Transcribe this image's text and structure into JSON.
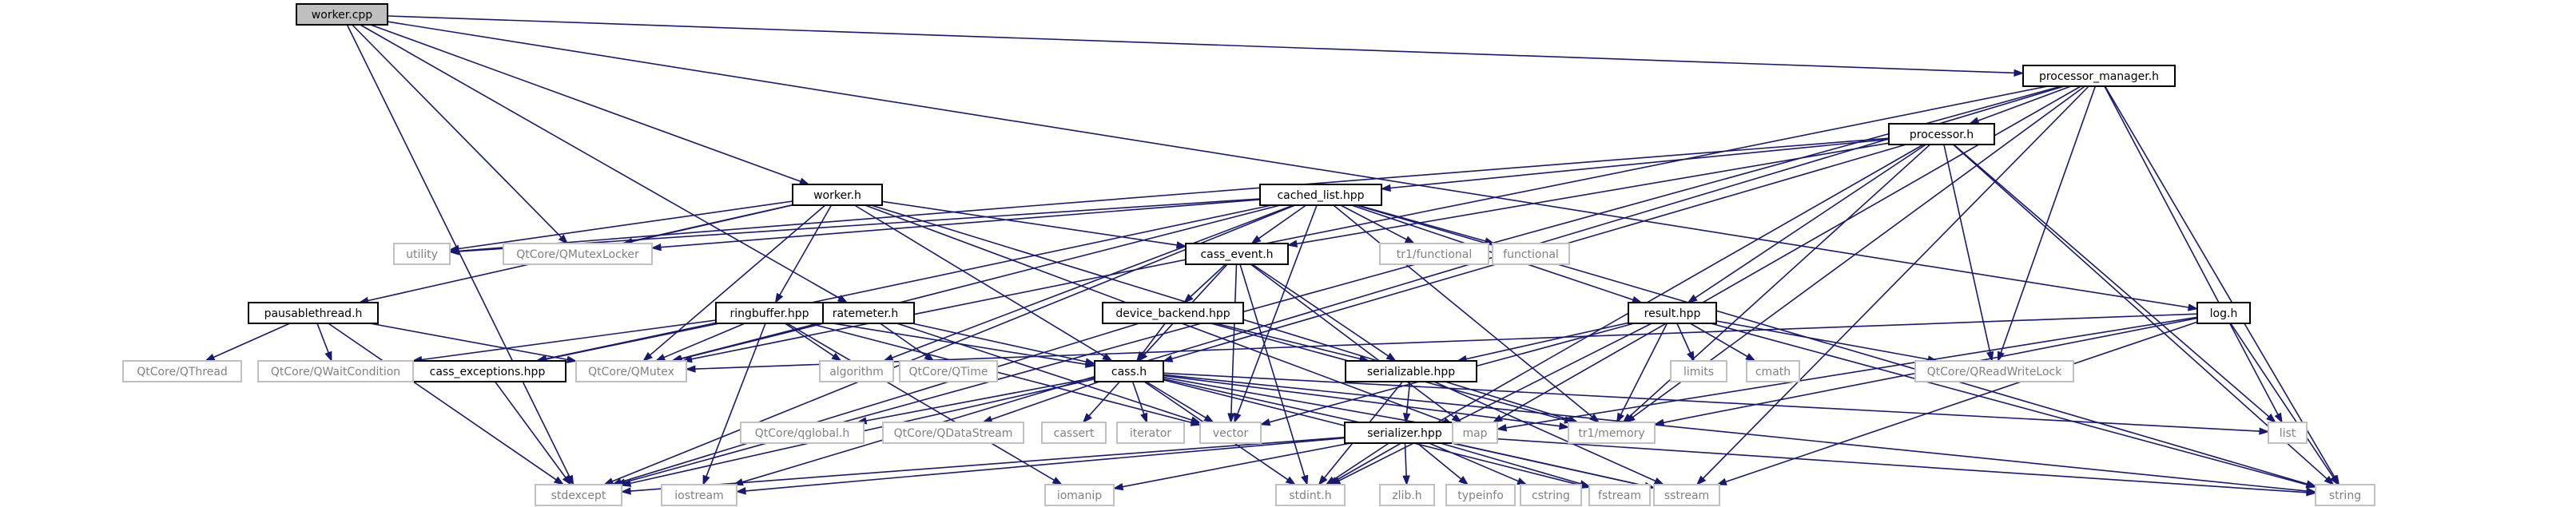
{
  "nodes": [
    {
      "id": "worker_cpp",
      "label": "worker.cpp",
      "kind": "root"
    },
    {
      "id": "processor_manager_h",
      "label": "processor_manager.h",
      "kind": "local"
    },
    {
      "id": "processor_h",
      "label": "processor.h",
      "kind": "local"
    },
    {
      "id": "worker_h",
      "label": "worker.h",
      "kind": "local"
    },
    {
      "id": "cached_list_hpp",
      "label": "cached_list.hpp",
      "kind": "local"
    },
    {
      "id": "cass_event_h",
      "label": "cass_event.h",
      "kind": "local"
    },
    {
      "id": "ratemeter_h",
      "label": "ratemeter.h",
      "kind": "local"
    },
    {
      "id": "ringbuffer_hpp",
      "label": "ringbuffer.hpp",
      "kind": "local"
    },
    {
      "id": "pausablethread_h",
      "label": "pausablethread.h",
      "kind": "local"
    },
    {
      "id": "device_backend_hpp",
      "label": "device_backend.hpp",
      "kind": "local"
    },
    {
      "id": "result_hpp",
      "label": "result.hpp",
      "kind": "local"
    },
    {
      "id": "log_h",
      "label": "log.h",
      "kind": "local"
    },
    {
      "id": "cass_h",
      "label": "cass.h",
      "kind": "local"
    },
    {
      "id": "cass_exceptions_hpp",
      "label": "cass_exceptions.hpp",
      "kind": "local"
    },
    {
      "id": "serializable_hpp",
      "label": "serializable.hpp",
      "kind": "local"
    },
    {
      "id": "serializer_hpp",
      "label": "serializer.hpp",
      "kind": "local"
    },
    {
      "id": "utility",
      "label": "utility",
      "kind": "sys"
    },
    {
      "id": "qmutexlocker",
      "label": "QtCore/QMutexLocker",
      "kind": "sys"
    },
    {
      "id": "tr1_functional",
      "label": "tr1/functional",
      "kind": "sys"
    },
    {
      "id": "functional",
      "label": "functional",
      "kind": "sys"
    },
    {
      "id": "qthread",
      "label": "QtCore/QThread",
      "kind": "sys"
    },
    {
      "id": "qwaitcondition",
      "label": "QtCore/QWaitCondition",
      "kind": "sys"
    },
    {
      "id": "qmutex",
      "label": "QtCore/QMutex",
      "kind": "sys"
    },
    {
      "id": "algorithm",
      "label": "algorithm",
      "kind": "sys"
    },
    {
      "id": "qtime",
      "label": "QtCore/QTime",
      "kind": "sys"
    },
    {
      "id": "limits",
      "label": "limits",
      "kind": "sys"
    },
    {
      "id": "cmath",
      "label": "cmath",
      "kind": "sys"
    },
    {
      "id": "qreadwritelock",
      "label": "QtCore/QReadWriteLock",
      "kind": "sys"
    },
    {
      "id": "qglobal",
      "label": "QtCore/qglobal.h",
      "kind": "sys"
    },
    {
      "id": "qdatastream",
      "label": "QtCore/QDataStream",
      "kind": "sys"
    },
    {
      "id": "cassert",
      "label": "cassert",
      "kind": "sys"
    },
    {
      "id": "iterator",
      "label": "iterator",
      "kind": "sys"
    },
    {
      "id": "vector",
      "label": "vector",
      "kind": "sys"
    },
    {
      "id": "map",
      "label": "map",
      "kind": "sys"
    },
    {
      "id": "tr1_memory",
      "label": "tr1/memory",
      "kind": "sys"
    },
    {
      "id": "list",
      "label": "list",
      "kind": "sys"
    },
    {
      "id": "stdexcept",
      "label": "stdexcept",
      "kind": "sys"
    },
    {
      "id": "iostream",
      "label": "iostream",
      "kind": "sys"
    },
    {
      "id": "iomanip",
      "label": "iomanip",
      "kind": "sys"
    },
    {
      "id": "stdint_h",
      "label": "stdint.h",
      "kind": "sys"
    },
    {
      "id": "zlib_h",
      "label": "zlib.h",
      "kind": "sys"
    },
    {
      "id": "typeinfo",
      "label": "typeinfo",
      "kind": "sys"
    },
    {
      "id": "cstring",
      "label": "cstring",
      "kind": "sys"
    },
    {
      "id": "fstream",
      "label": "fstream",
      "kind": "sys"
    },
    {
      "id": "sstream",
      "label": "sstream",
      "kind": "sys"
    },
    {
      "id": "string",
      "label": "string",
      "kind": "sys"
    }
  ],
  "edges": [
    [
      "worker_cpp",
      "processor_manager_h"
    ],
    [
      "worker_cpp",
      "worker_h"
    ],
    [
      "worker_cpp",
      "qmutexlocker"
    ],
    [
      "worker_cpp",
      "log_h"
    ],
    [
      "worker_cpp",
      "ratemeter_h"
    ],
    [
      "worker_cpp",
      "stdexcept"
    ],
    [
      "processor_manager_h",
      "processor_h"
    ],
    [
      "processor_manager_h",
      "qmutex"
    ],
    [
      "processor_manager_h",
      "qreadwritelock"
    ],
    [
      "processor_manager_h",
      "map"
    ],
    [
      "processor_manager_h",
      "tr1_memory"
    ],
    [
      "processor_manager_h",
      "list"
    ],
    [
      "processor_manager_h",
      "string"
    ],
    [
      "processor_manager_h",
      "stdexcept"
    ],
    [
      "processor_manager_h",
      "iostream"
    ],
    [
      "processor_manager_h",
      "sstream"
    ],
    [
      "processor_h",
      "cached_list_hpp"
    ],
    [
      "processor_h",
      "cass_event_h"
    ],
    [
      "processor_h",
      "result_hpp"
    ],
    [
      "processor_h",
      "cass_h"
    ],
    [
      "processor_h",
      "qreadwritelock"
    ],
    [
      "processor_h",
      "tr1_memory"
    ],
    [
      "processor_h",
      "list"
    ],
    [
      "processor_h",
      "string"
    ],
    [
      "processor_h",
      "stdint_h"
    ],
    [
      "processor_h",
      "utility"
    ],
    [
      "worker_h",
      "cass_event_h"
    ],
    [
      "worker_h",
      "ringbuffer_hpp"
    ],
    [
      "worker_h",
      "pausablethread_h"
    ],
    [
      "worker_h",
      "cass_h"
    ],
    [
      "worker_h",
      "qmutex"
    ],
    [
      "worker_h",
      "utility"
    ],
    [
      "worker_h",
      "qmutexlocker"
    ],
    [
      "worker_h",
      "tr1_memory"
    ],
    [
      "worker_h",
      "map"
    ],
    [
      "cached_list_hpp",
      "cass_event_h"
    ],
    [
      "cached_list_hpp",
      "result_hpp"
    ],
    [
      "cached_list_hpp",
      "cass_exceptions_hpp"
    ],
    [
      "cached_list_hpp",
      "tr1_functional"
    ],
    [
      "cached_list_hpp",
      "functional"
    ],
    [
      "cached_list_hpp",
      "qmutex"
    ],
    [
      "cached_list_hpp",
      "qmutexlocker"
    ],
    [
      "cached_list_hpp",
      "algorithm"
    ],
    [
      "cached_list_hpp",
      "vector"
    ],
    [
      "cached_list_hpp",
      "tr1_memory"
    ],
    [
      "cached_list_hpp",
      "string"
    ],
    [
      "cached_list_hpp",
      "utility"
    ],
    [
      "cached_list_hpp",
      "stdexcept"
    ],
    [
      "cass_event_h",
      "device_backend_hpp"
    ],
    [
      "cass_event_h",
      "cass_h"
    ],
    [
      "cass_event_h",
      "serializable_hpp"
    ],
    [
      "cass_event_h",
      "map"
    ],
    [
      "cass_event_h",
      "vector"
    ],
    [
      "cass_event_h",
      "stdint_h"
    ],
    [
      "ratemeter_h",
      "cass_h"
    ],
    [
      "ratemeter_h",
      "qmutex"
    ],
    [
      "ratemeter_h",
      "qtime"
    ],
    [
      "ratemeter_h",
      "vector"
    ],
    [
      "ringbuffer_hpp",
      "cass_h"
    ],
    [
      "ringbuffer_hpp",
      "cass_exceptions_hpp"
    ],
    [
      "ringbuffer_hpp",
      "qmutex"
    ],
    [
      "ringbuffer_hpp",
      "qwaitcondition"
    ],
    [
      "ringbuffer_hpp",
      "algorithm"
    ],
    [
      "ringbuffer_hpp",
      "vector"
    ],
    [
      "ringbuffer_hpp",
      "iostream"
    ],
    [
      "ringbuffer_hpp",
      "iomanip"
    ],
    [
      "pausablethread_h",
      "qthread"
    ],
    [
      "pausablethread_h",
      "qwaitcondition"
    ],
    [
      "pausablethread_h",
      "qmutex"
    ],
    [
      "pausablethread_h",
      "stdexcept"
    ],
    [
      "device_backend_hpp",
      "cass_h"
    ],
    [
      "device_backend_hpp",
      "serializable_hpp"
    ],
    [
      "device_backend_hpp",
      "tr1_memory"
    ],
    [
      "device_backend_hpp",
      "stdexcept"
    ],
    [
      "result_hpp",
      "serializable_hpp"
    ],
    [
      "result_hpp",
      "qreadwritelock"
    ],
    [
      "result_hpp",
      "limits"
    ],
    [
      "result_hpp",
      "cmath"
    ],
    [
      "result_hpp",
      "vector"
    ],
    [
      "result_hpp",
      "tr1_memory"
    ],
    [
      "result_hpp",
      "string"
    ],
    [
      "result_hpp",
      "stdint_h"
    ],
    [
      "log_h",
      "qmutex"
    ],
    [
      "log_h",
      "map"
    ],
    [
      "log_h",
      "tr1_memory"
    ],
    [
      "log_h",
      "string"
    ],
    [
      "log_h",
      "sstream"
    ],
    [
      "cass_h",
      "qglobal"
    ],
    [
      "cass_h",
      "qdatastream"
    ],
    [
      "cass_h",
      "cassert"
    ],
    [
      "cass_h",
      "iterator"
    ],
    [
      "cass_h",
      "vector"
    ],
    [
      "cass_h",
      "map"
    ],
    [
      "cass_h",
      "tr1_memory"
    ],
    [
      "cass_h",
      "list"
    ],
    [
      "cass_h",
      "stdexcept"
    ],
    [
      "cass_h",
      "stdint_h"
    ],
    [
      "cass_h",
      "fstream"
    ],
    [
      "cass_h",
      "sstream"
    ],
    [
      "cass_h",
      "string"
    ],
    [
      "cass_exceptions_hpp",
      "stdexcept"
    ],
    [
      "serializable_hpp",
      "serializer_hpp"
    ],
    [
      "serializable_hpp",
      "stdint_h"
    ],
    [
      "serializable_hpp",
      "sstream"
    ],
    [
      "serializer_hpp",
      "stdexcept"
    ],
    [
      "serializer_hpp",
      "iostream"
    ],
    [
      "serializer_hpp",
      "iomanip"
    ],
    [
      "serializer_hpp",
      "stdint_h"
    ],
    [
      "serializer_hpp",
      "zlib_h"
    ],
    [
      "serializer_hpp",
      "typeinfo"
    ],
    [
      "serializer_hpp",
      "cstring"
    ],
    [
      "serializer_hpp",
      "fstream"
    ],
    [
      "serializer_hpp",
      "sstream"
    ],
    [
      "serializer_hpp",
      "string"
    ]
  ]
}
